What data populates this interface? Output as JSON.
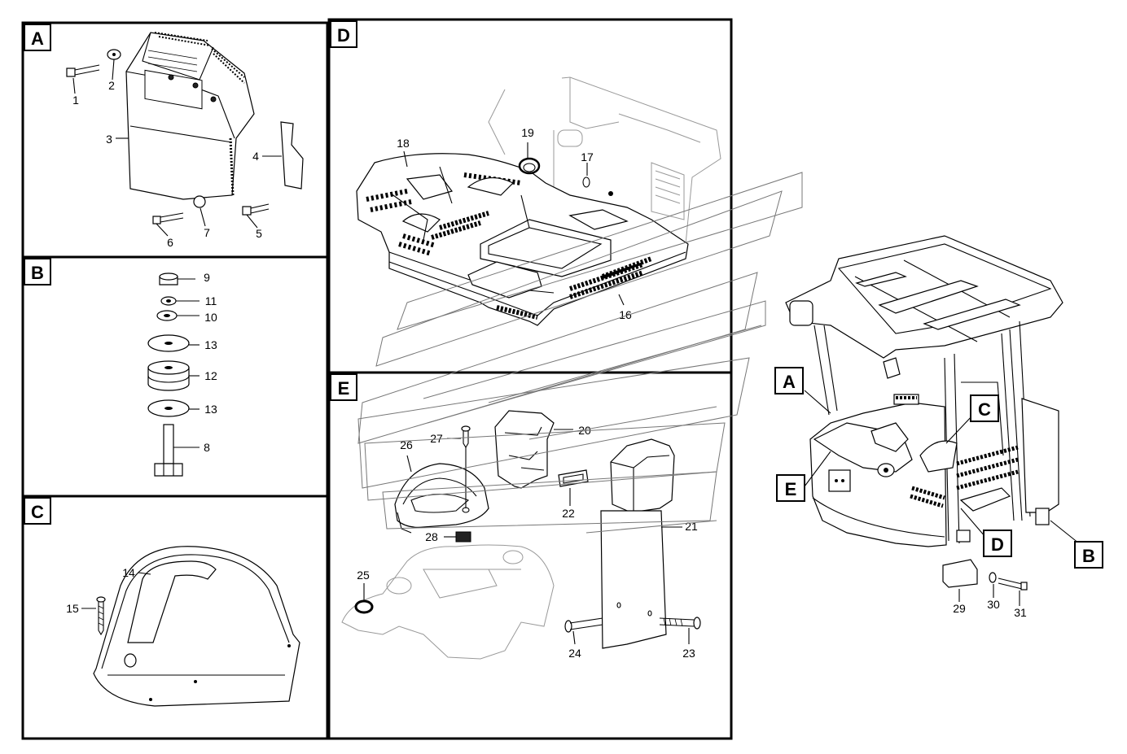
{
  "sections": {
    "A": "A",
    "B": "B",
    "C": "C",
    "D": "D",
    "E": "E"
  },
  "callouts": {
    "A": "A",
    "B": "B",
    "C": "C",
    "D": "D",
    "E": "E"
  },
  "parts": {
    "p1": "1",
    "p2": "2",
    "p3": "3",
    "p4": "4",
    "p5": "5",
    "p6": "6",
    "p7": "7",
    "p8": "8",
    "p9": "9",
    "p10": "10",
    "p11": "11",
    "p12": "12",
    "p13a": "13",
    "p13b": "13",
    "p14": "14",
    "p15": "15",
    "p16": "16",
    "p17": "17",
    "p18": "18",
    "p19": "19",
    "p20": "20",
    "p21": "21",
    "p22": "22",
    "p23": "23",
    "p24": "24",
    "p25": "25",
    "p26": "26",
    "p27": "27",
    "p28": "28",
    "p29": "29",
    "p30": "30",
    "p31": "31"
  }
}
